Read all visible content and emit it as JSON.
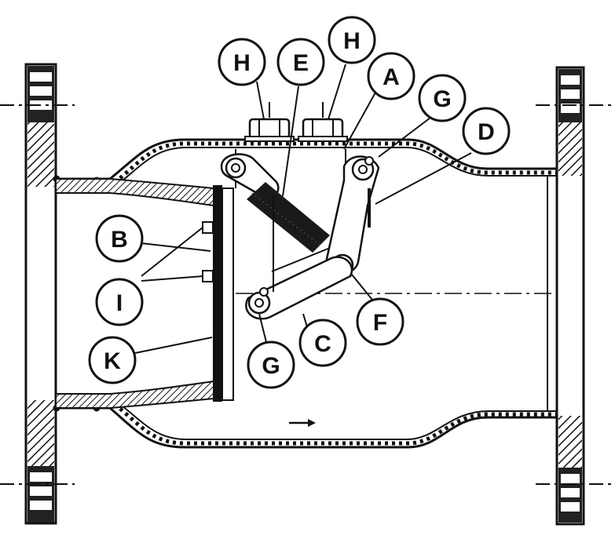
{
  "callouts": {
    "H1": "H",
    "E": "E",
    "H2": "H",
    "A": "A",
    "G1": "G",
    "D": "D",
    "B": "B",
    "I": "I",
    "K": "K",
    "F": "F",
    "C": "C",
    "G2": "G"
  },
  "colors": {
    "ink": "#111111",
    "paper": "#ffffff"
  }
}
